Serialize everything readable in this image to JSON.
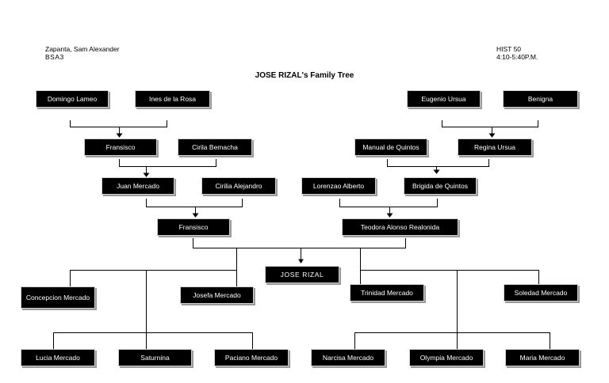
{
  "header": {
    "student_name": "Zapanta, Sam Alexander",
    "section": "BSA3",
    "course": "HIST 50",
    "schedule": "4:10-5:40P.M."
  },
  "title": "JOSE RIZAL's Family Tree",
  "paternal": {
    "great_grandfather": "Domingo Lameo",
    "great_grandmother": "Ines de la Rosa",
    "grandfather_father": "Fransisco",
    "grandmother_father": "Cirila Bemacha",
    "grandfather": "Juan Mercado",
    "grandmother": "Cirilia Alejandro",
    "father": "Fransisco"
  },
  "maternal": {
    "great_grandfather": "Eugenio Ursua",
    "great_grandmother": "Benigna",
    "grandfather_father": "Manual de Quintos",
    "grandmother_father": "Regina Ursua",
    "grandfather": "Lorenzao Alberto",
    "grandmother": "Brigida de Quintos",
    "mother": "Teodora Alonso Realonida"
  },
  "subject": "JOSE RIZAL",
  "siblings": [
    "Concepcion Mercado",
    "Josefa Mercado",
    "Trinidad Mercado",
    "Soledad Mercado",
    "Lucia Mercado",
    "Saturnina",
    "Paciano Mercado",
    "Narcisa Mercado",
    "Olympia Mercado",
    "Maria Mercado"
  ]
}
